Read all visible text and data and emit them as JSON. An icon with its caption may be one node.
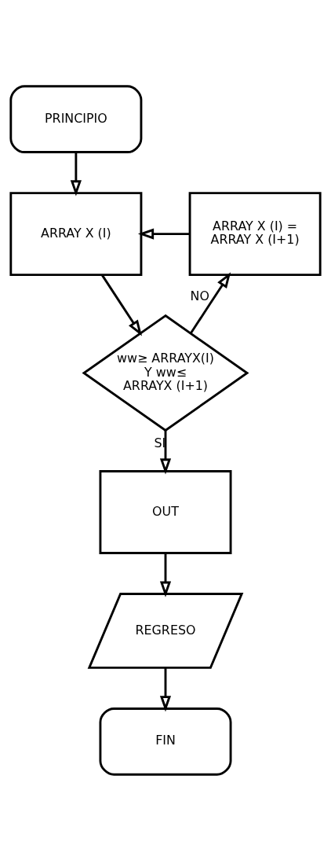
{
  "diagram": {
    "nodes": [
      {
        "text": [
          "PRINCIPIO"
        ]
      },
      {
        "text": [
          "ARRAY X (I)"
        ]
      },
      {
        "text": [
          "ARRAY X (I) = ARRAY X (I+1)"
        ]
      },
      {
        "text": [
          "ww≥ ARRAYX(I) Y ww≤ ARRAYX (I+1)"
        ]
      },
      {
        "text": [
          "OUT"
        ]
      },
      {
        "text": [
          "REGRESO"
        ]
      },
      {
        "text": [
          "FIN"
        ]
      }
    ],
    "edges": [
      {
        "from": 0,
        "to": 1,
        "arrow": "to"
      },
      {
        "from": 1,
        "to": 3,
        "arrow": "to"
      },
      {
        "from": 3,
        "to": 2,
        "arrow": "to",
        "label": "NO"
      },
      {
        "from": 2,
        "to": 1,
        "arrow": "to"
      },
      {
        "from": 3,
        "to": 4,
        "arrow": "to",
        "label": "SI"
      },
      {
        "from": 4,
        "to": 5,
        "arrow": "to"
      },
      {
        "from": 5,
        "to": 6,
        "arrow": "to"
      }
    ]
  }
}
